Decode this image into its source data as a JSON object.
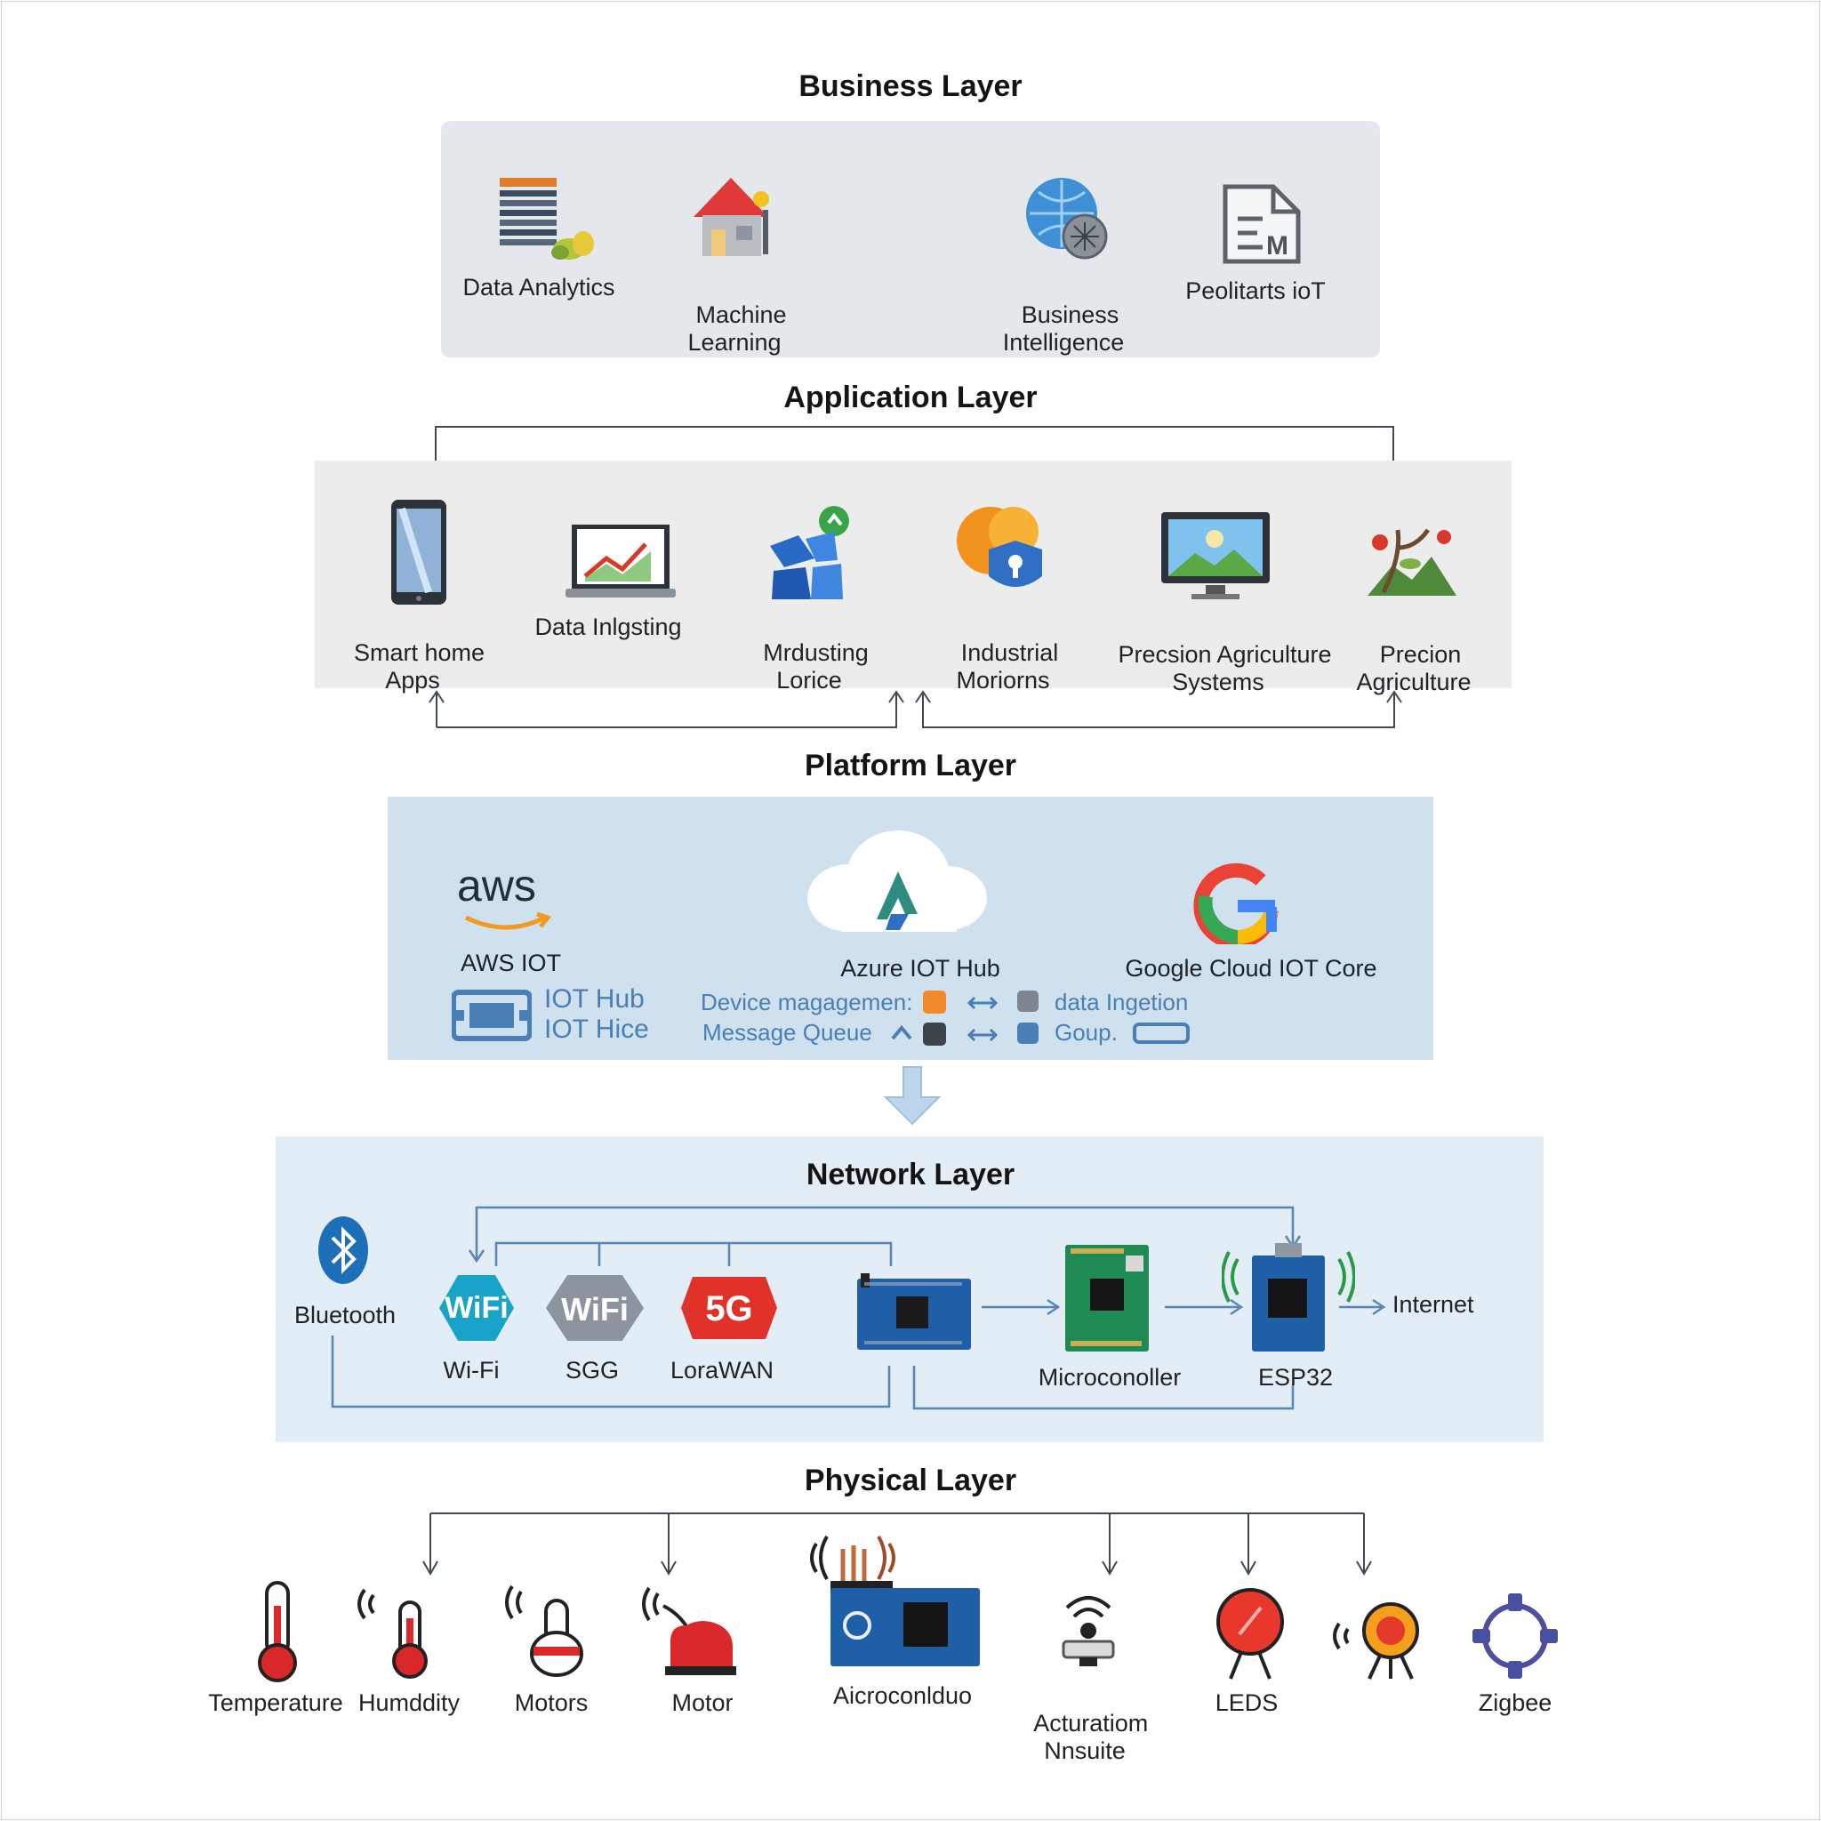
{
  "layers": {
    "business": {
      "title": "Business Layer",
      "items": [
        "Data Analytics",
        "Machine\nLearning",
        "Business\nIntelligence",
        "Peolitarts ioT"
      ]
    },
    "application": {
      "title": "Application Layer",
      "items": [
        "Smart home\nApps",
        "Data Inlgsting",
        "Mrdusting\nLorice",
        "Industrial\nMoriorns",
        "Precsion Agriculture\nSystems",
        "Precion\nAgriculture"
      ]
    },
    "platform": {
      "title": "Platform Layer",
      "aws_logo": "aws",
      "aws_label": "AWS IOT",
      "aws_sub": [
        "IOT Hub",
        "IOT Hice"
      ],
      "azure_label": "Azure IOT Hub",
      "google_label": "Google Cloud IOT Core",
      "features_left": [
        "Device magagemen:",
        "Message Queue"
      ],
      "features_right": [
        "data Ingetion",
        "Goup."
      ]
    },
    "network": {
      "title": "Network Layer",
      "bluetooth_label": "Bluetooth",
      "wifi_badge": "WiFi",
      "wifi_label": "Wi-Fi",
      "sgg_badge": "WiFi",
      "sgg_label": "SGG",
      "fiveg_badge": "5G",
      "lorawan_label": "LoraWAN",
      "microcontroller_label": "Microconoller",
      "esp32_label": "ESP32",
      "internet_label": "Internet"
    },
    "physical": {
      "title": "Physical Layer",
      "items": [
        "Temperature",
        "Humddity",
        "Motors",
        "Motor",
        "Aicroconlduo",
        "Acturatiom\nNnsuite",
        "LEDS",
        "Zigbee"
      ]
    }
  },
  "colors": {
    "business_panel": "#e4e7eb",
    "application_panel": "#ececec",
    "platform_panel": "#cfe0ee",
    "network_panel": "#e3edf6",
    "connector": "#3f4a55",
    "network_connector": "#5a86b4"
  }
}
